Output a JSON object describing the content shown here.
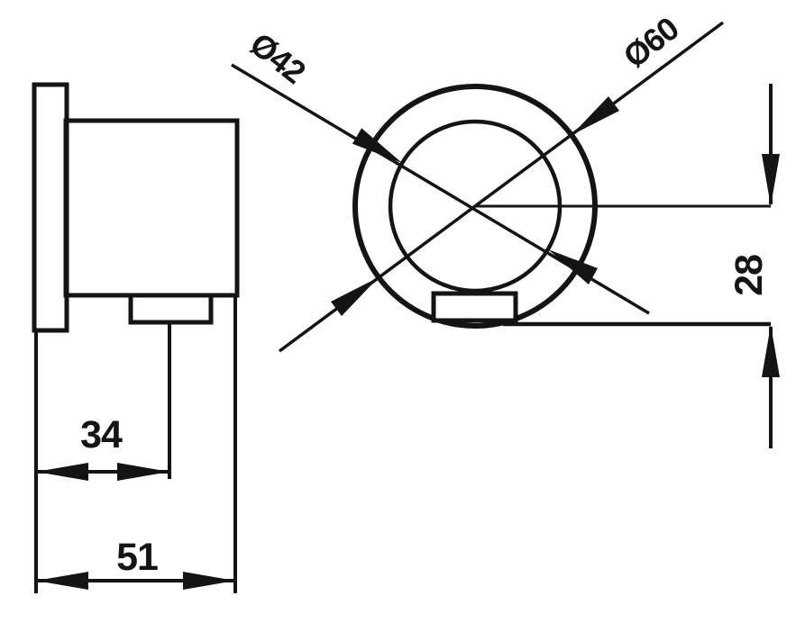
{
  "dimensions": {
    "inner_diameter": "Ø42",
    "outer_diameter": "Ø60",
    "center_to_bottom": "28",
    "left_to_spout_center": "34",
    "total_depth": "51"
  },
  "colors": {
    "line": "#141414",
    "background": "#ffffff"
  }
}
